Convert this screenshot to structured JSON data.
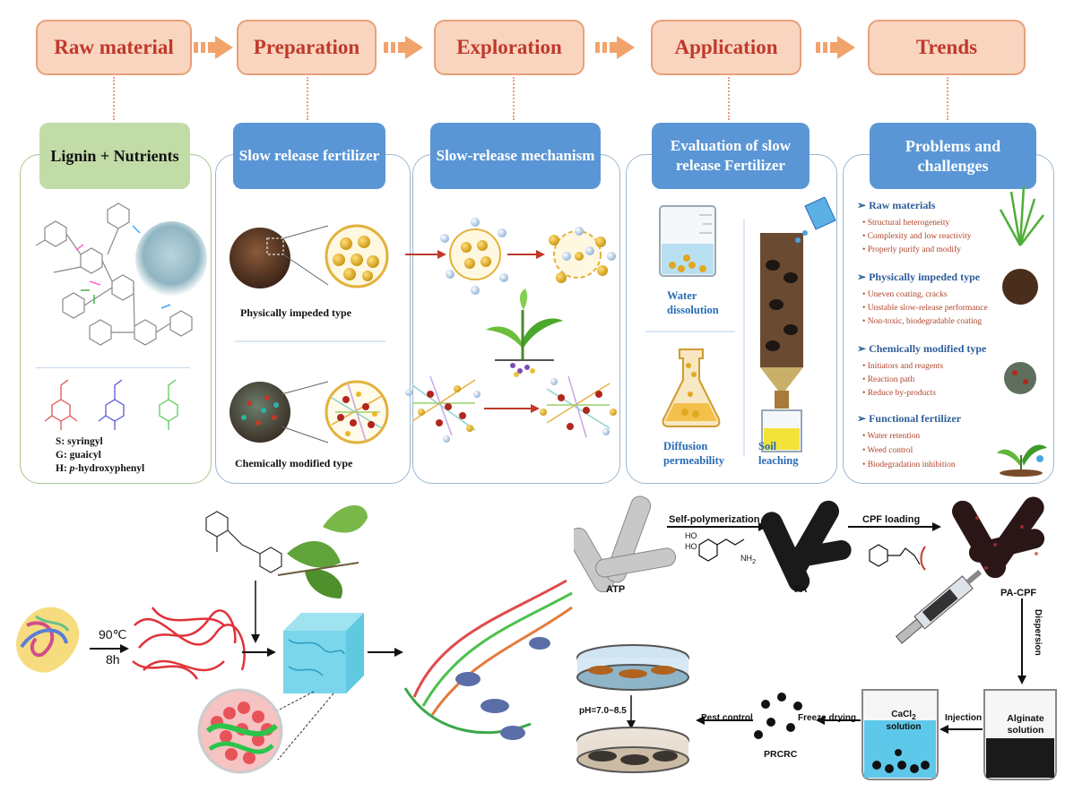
{
  "stages": [
    "Raw material",
    "Preparation",
    "Exploration",
    "Application",
    "Trends"
  ],
  "raw": {
    "header": "Lignin + Nutrients",
    "legend_s": "S: syringyl",
    "legend_g": "G: guaicyl",
    "legend_h_prefix": "H: ",
    "legend_h_italic": "p",
    "legend_h_suffix": "-hydroxyphenyl"
  },
  "prep": {
    "header": "Slow release fertilizer",
    "physical_label": "Physically impeded type",
    "chemical_label": "Chemically modified type"
  },
  "explore": {
    "header": "Slow-release mechanism"
  },
  "application": {
    "header": "Evaluation of  slow release Fertilizer",
    "water": "Water dissolution",
    "diffusion": "Diffusion permeability",
    "soil": "Soil leaching"
  },
  "trends": {
    "header": "Problems and challenges",
    "groups": [
      {
        "title": "Raw materials",
        "items": [
          "Structural heterogeneity",
          "Complexity and low reactivity",
          "Properly purify and modify"
        ]
      },
      {
        "title": "Physically impeded type",
        "items": [
          "Uneven coating, cracks",
          "Unstable slow-release performance",
          "Non-toxic, biodegradable coating"
        ]
      },
      {
        "title": "Chemically modified type",
        "items": [
          "Initiators and reagents",
          "Reaction path",
          "Reduce by-products"
        ]
      },
      {
        "title": "Functional fertilizer",
        "items": [
          "Water retention",
          "Weed control",
          "Biodegradation inhibition"
        ]
      }
    ]
  },
  "process": {
    "temp": "90℃",
    "time": "8h"
  },
  "scheme": {
    "self_poly": "Self-polymerization",
    "cpf_loading": "CPF loading",
    "atp": "ATP",
    "pa": "PA",
    "pa_cpf": "PA-CPF",
    "dispersion": "Dispersion",
    "alginate_1": "Alginate",
    "alginate_2": "solution",
    "injection": "Injection",
    "cacl2_1": "CaCl",
    "cacl2_sub": "2",
    "cacl2_2": "solution",
    "freeze": "Freeze drying",
    "prcrc": "PRCRC",
    "pest": "Pest control",
    "ph": "pH=7.0~8.5",
    "ho1": "HO",
    "ho2": "HO",
    "nh2": "NH",
    "nh2_sub": "2"
  },
  "colors": {
    "stage_fill": "#f9d5bf",
    "stage_text": "#c0392b",
    "header_blue": "#5a96d6",
    "header_green": "#c2dca7",
    "arrow_red": "#c0392b"
  }
}
